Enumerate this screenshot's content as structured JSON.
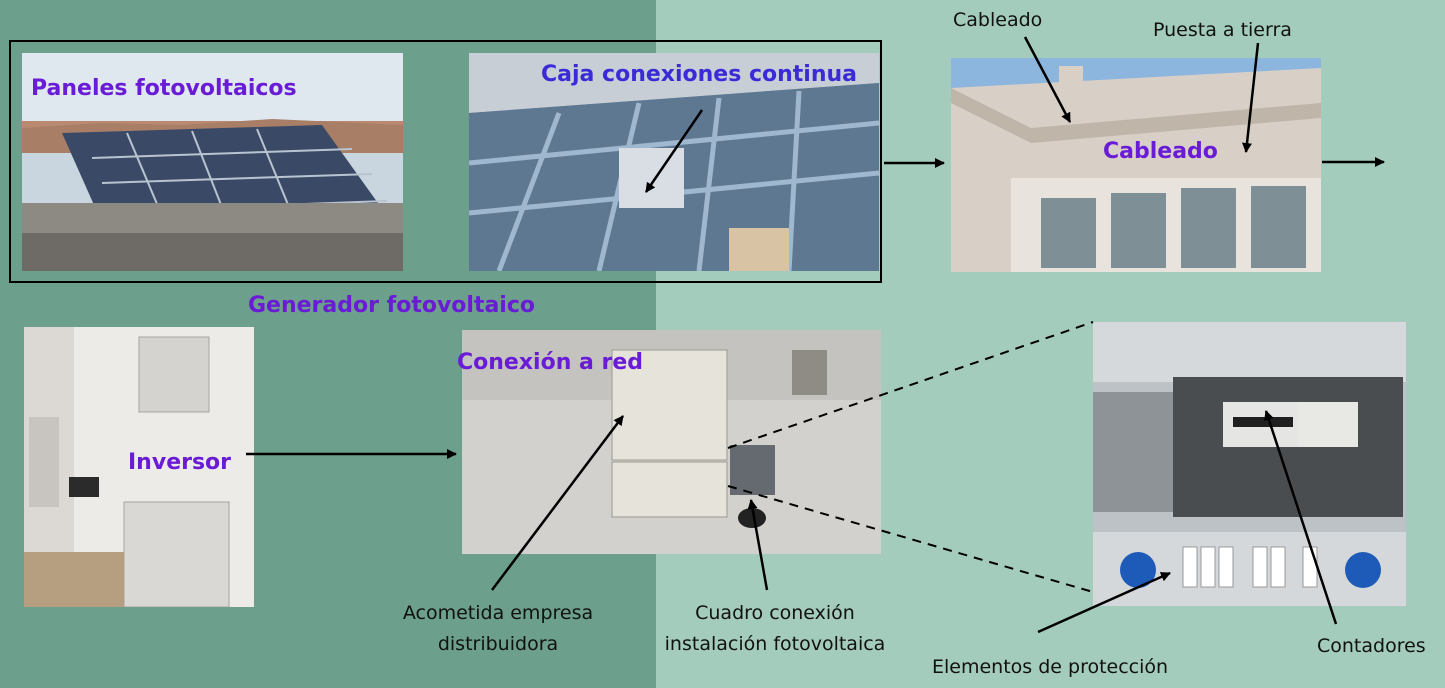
{
  "labels": {
    "paneles": "Paneles fotovoltaicos",
    "caja": "Caja conexiones continua",
    "cableado_top": "Cableado",
    "puesta": "Puesta a tierra",
    "cableado_photo": "Cableado",
    "generador": "Generador fotovoltaico",
    "conexion": "Conexión a red",
    "inversor": "Inversor",
    "acometida_1": "Acometida empresa",
    "acometida_2": "distribuidora",
    "cuadro_1": "Cuadro conexión",
    "cuadro_2": "instalación fotovoltaica",
    "contadores": "Contadores",
    "elementos": "Elementos de protección"
  },
  "colors": {
    "bg_left": "#6c9f8c",
    "bg_right": "#a4ccbd",
    "label_purple": "#6a1bd6",
    "arrow": "#000000"
  }
}
